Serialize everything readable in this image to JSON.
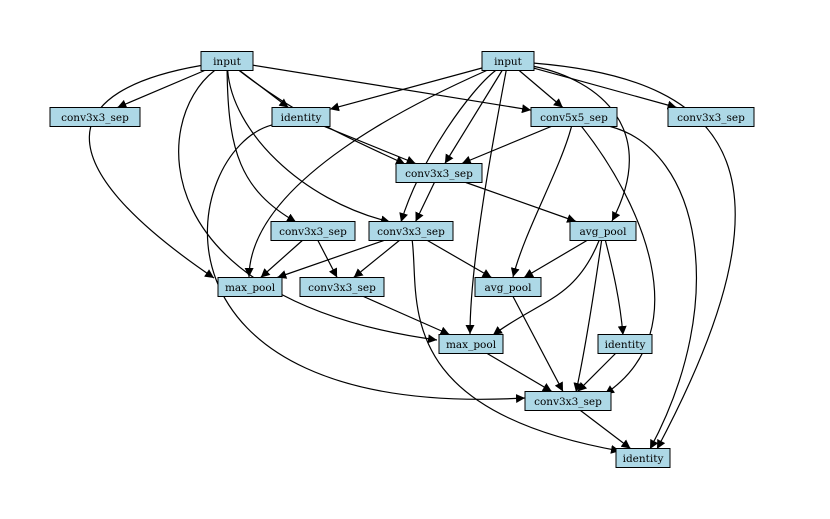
{
  "colors": {
    "node_fill": "#add8e6",
    "node_stroke": "#000000",
    "edge": "#000000",
    "background": "#ffffff"
  },
  "nodes": [
    {
      "id": "n1",
      "label": "input"
    },
    {
      "id": "n2",
      "label": "input"
    },
    {
      "id": "n3",
      "label": "conv3x3_sep"
    },
    {
      "id": "n4",
      "label": "identity"
    },
    {
      "id": "n5",
      "label": "conv5x5_sep"
    },
    {
      "id": "n6",
      "label": "conv3x3_sep"
    },
    {
      "id": "n7",
      "label": "conv3x3_sep"
    },
    {
      "id": "n8",
      "label": "conv3x3_sep"
    },
    {
      "id": "n9",
      "label": "conv3x3_sep"
    },
    {
      "id": "n10",
      "label": "avg_pool"
    },
    {
      "id": "n11",
      "label": "max_pool"
    },
    {
      "id": "n12",
      "label": "conv3x3_sep"
    },
    {
      "id": "n13",
      "label": "avg_pool"
    },
    {
      "id": "n14",
      "label": "max_pool"
    },
    {
      "id": "n15",
      "label": "identity"
    },
    {
      "id": "n16",
      "label": "conv3x3_sep"
    },
    {
      "id": "n17",
      "label": "identity"
    }
  ],
  "edges": [
    {
      "from": "n1",
      "to": "n3"
    },
    {
      "from": "n1",
      "to": "n4"
    },
    {
      "from": "n1",
      "to": "n5"
    },
    {
      "from": "n1",
      "to": "n7"
    },
    {
      "from": "n1",
      "to": "n8"
    },
    {
      "from": "n1",
      "to": "n9"
    },
    {
      "from": "n1",
      "to": "n11"
    },
    {
      "from": "n1",
      "to": "n14"
    },
    {
      "from": "n2",
      "to": "n4"
    },
    {
      "from": "n2",
      "to": "n5"
    },
    {
      "from": "n2",
      "to": "n6"
    },
    {
      "from": "n2",
      "to": "n7"
    },
    {
      "from": "n2",
      "to": "n9"
    },
    {
      "from": "n2",
      "to": "n10"
    },
    {
      "from": "n2",
      "to": "n11"
    },
    {
      "from": "n2",
      "to": "n14"
    },
    {
      "from": "n2",
      "to": "n17"
    },
    {
      "from": "n4",
      "to": "n7"
    },
    {
      "from": "n4",
      "to": "n16"
    },
    {
      "from": "n5",
      "to": "n7"
    },
    {
      "from": "n5",
      "to": "n13"
    },
    {
      "from": "n5",
      "to": "n16"
    },
    {
      "from": "n5",
      "to": "n17"
    },
    {
      "from": "n7",
      "to": "n9"
    },
    {
      "from": "n7",
      "to": "n10"
    },
    {
      "from": "n8",
      "to": "n11"
    },
    {
      "from": "n8",
      "to": "n12"
    },
    {
      "from": "n9",
      "to": "n11"
    },
    {
      "from": "n9",
      "to": "n12"
    },
    {
      "from": "n9",
      "to": "n13"
    },
    {
      "from": "n9",
      "to": "n17"
    },
    {
      "from": "n10",
      "to": "n13"
    },
    {
      "from": "n10",
      "to": "n14"
    },
    {
      "from": "n10",
      "to": "n15"
    },
    {
      "from": "n10",
      "to": "n16"
    },
    {
      "from": "n12",
      "to": "n14"
    },
    {
      "from": "n13",
      "to": "n16"
    },
    {
      "from": "n14",
      "to": "n16"
    },
    {
      "from": "n15",
      "to": "n16"
    },
    {
      "from": "n16",
      "to": "n17"
    }
  ]
}
